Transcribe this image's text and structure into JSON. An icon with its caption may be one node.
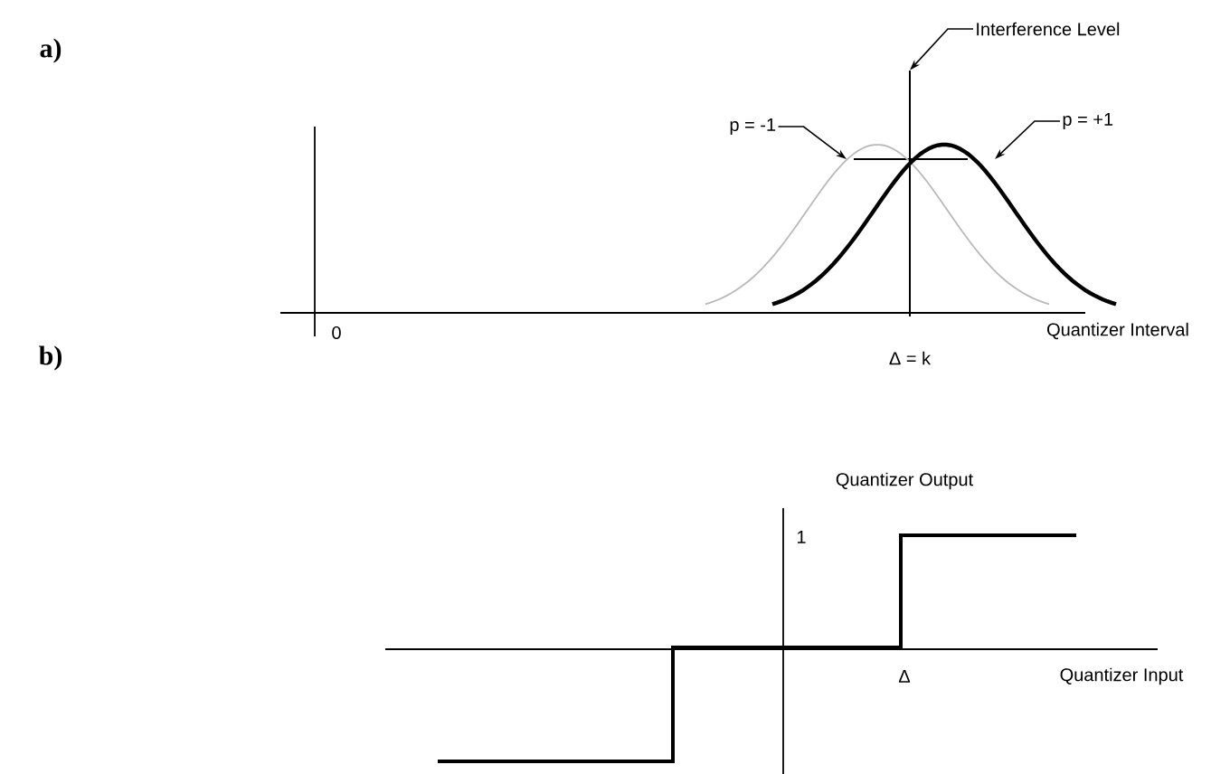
{
  "diagram": {
    "nodes": [
      {
        "text": [
          "Interference Level"
        ]
      },
      {
        "text": [
          "p = -1"
        ]
      },
      {
        "text": [
          "p = +1"
        ]
      },
      {
        "text": [],
        "shape": "curve"
      },
      {
        "text": [],
        "shape": "curve"
      },
      {
        "text": [],
        "shape": "line"
      }
    ],
    "edges": [
      {
        "from": 0,
        "to": 5,
        "arrow": "to"
      },
      {
        "from": 1,
        "to": 3,
        "arrow": "to"
      },
      {
        "from": 2,
        "to": 4,
        "arrow": "to"
      }
    ],
    "labels": [
      "a)",
      "0",
      "Quantizer Interval",
      "Δ = k",
      "b)",
      "Quantizer Output",
      "1",
      "Δ",
      "Quantizer Input"
    ]
  }
}
